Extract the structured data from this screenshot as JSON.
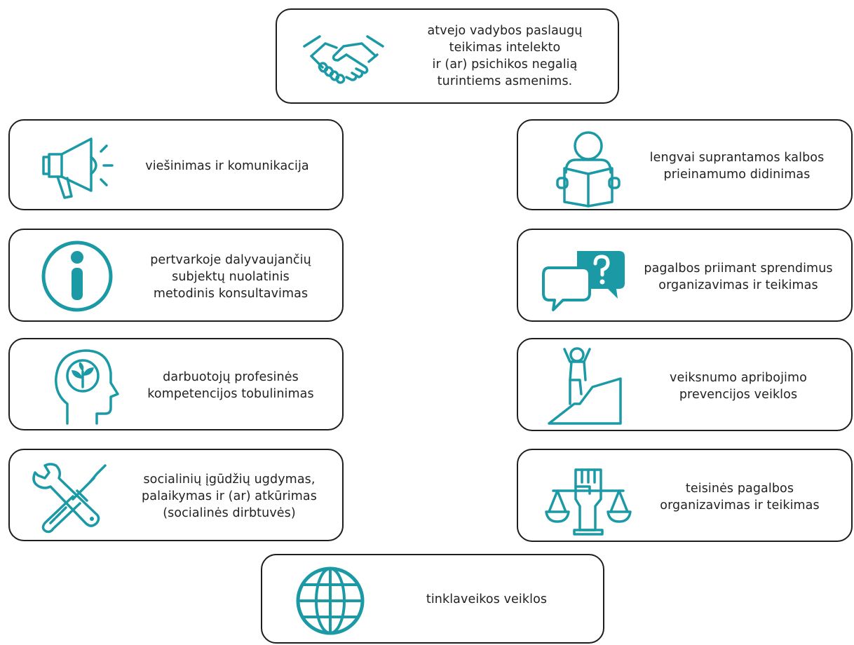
{
  "accent_color": "#1b9aa5",
  "cards": {
    "case_management": {
      "icon": "handshake-icon",
      "lines": [
        "atvejo vadybos paslaugų",
        "teikimas intelekto",
        "ir (ar) psichikos negalią",
        "turintiems asmenims."
      ]
    },
    "publicity": {
      "icon": "megaphone-icon",
      "lines": [
        "viešinimas ir komunikacija"
      ]
    },
    "easy_language": {
      "icon": "person-reading-icon",
      "lines": [
        "lengvai suprantamos kalbos",
        "prieinamumo didinimas"
      ]
    },
    "consulting": {
      "icon": "info-icon",
      "lines": [
        "pertvarkoje dalyvaujančių",
        "subjektų nuolatinis",
        "metodinis konsultavimas"
      ]
    },
    "decision_support": {
      "icon": "speech-bubbles-question-icon",
      "lines": [
        "pagalbos priimant sprendimus",
        "organizavimas ir teikimas"
      ]
    },
    "staff_competence": {
      "icon": "head-growth-icon",
      "lines": [
        "darbuotojų profesinės",
        "kompetencijos tobulinimas"
      ]
    },
    "prevention": {
      "icon": "climbing-person-icon",
      "lines": [
        "veiksnumo apribojimo",
        "prevencijos veiklos"
      ]
    },
    "social_skills": {
      "icon": "tools-icon",
      "lines": [
        "socialinių įgūdžių ugdymas,",
        "palaikymas ir (ar) atkūrimas",
        "(socialinės dirbtuvės)"
      ]
    },
    "legal_aid": {
      "icon": "justice-scales-fist-icon",
      "lines": [
        "teisinės pagalbos",
        "organizavimas ir teikimas"
      ]
    },
    "networking": {
      "icon": "globe-icon",
      "lines": [
        "tinklaveikos veiklos"
      ]
    }
  }
}
